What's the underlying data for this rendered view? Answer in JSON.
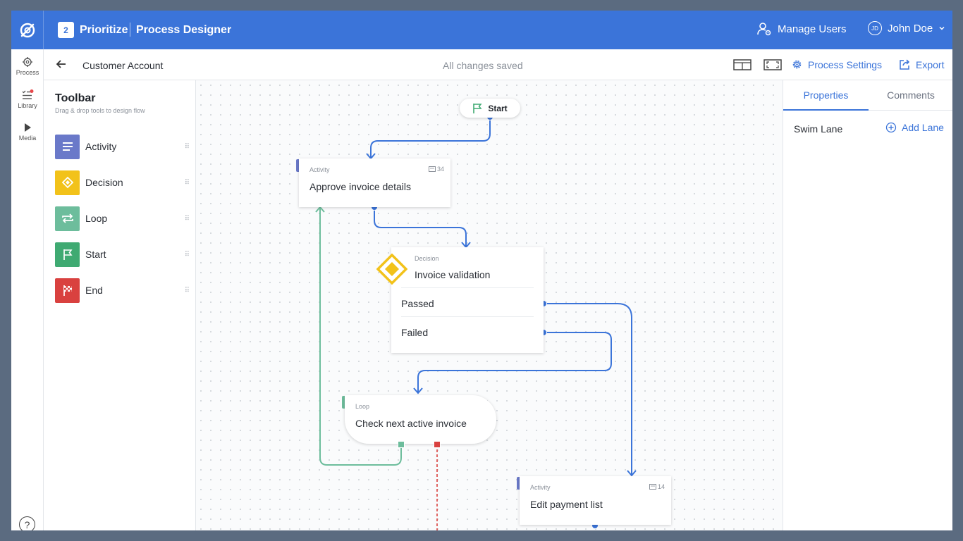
{
  "topbar": {
    "badge": "2",
    "app_name": "Prioritize",
    "title": "Process Designer",
    "manage_users": "Manage Users",
    "user_initials": "JD",
    "user_name": "John Doe"
  },
  "rail": {
    "items": [
      {
        "label": "Process",
        "icon": "process-icon"
      },
      {
        "label": "Library",
        "icon": "library-icon"
      },
      {
        "label": "Media",
        "icon": "media-icon"
      }
    ],
    "help": "?"
  },
  "subheader": {
    "account": "Customer Account",
    "saved_status": "All changes saved",
    "process_settings": "Process Settings",
    "export": "Export"
  },
  "toolbar": {
    "title": "Toolbar",
    "subtitle": "Drag & drop tools to design flow",
    "tools": [
      {
        "label": "Activity",
        "color": "#6a79c9",
        "icon": "list-icon"
      },
      {
        "label": "Decision",
        "color": "#f2c21a",
        "icon": "diamond-icon"
      },
      {
        "label": "Loop",
        "color": "#6dbd9c",
        "icon": "loop-icon"
      },
      {
        "label": "Start",
        "color": "#3faa72",
        "icon": "flag-icon"
      },
      {
        "label": "End",
        "color": "#d9413f",
        "icon": "checkered-flag-icon"
      }
    ]
  },
  "canvas": {
    "start": {
      "label": "Start"
    },
    "activity1": {
      "type": "Activity",
      "title": "Approve invoice details",
      "count": "34"
    },
    "decision": {
      "type": "Decision",
      "title": "Invoice validation",
      "options": [
        "Passed",
        "Failed"
      ]
    },
    "loop": {
      "type": "Loop",
      "title": "Check next active invoice"
    },
    "activity2": {
      "type": "Activity",
      "title": "Edit payment list",
      "count": "14"
    }
  },
  "right_panel": {
    "tabs": [
      "Properties",
      "Comments"
    ],
    "active_tab": "Properties",
    "swim_lane": "Swim Lane",
    "add_lane": "Add Lane"
  },
  "colors": {
    "accent": "#3b74d9",
    "activity": "#6a79c9",
    "decision": "#f2c21a",
    "loop": "#6dbd9c",
    "end": "#d9413f"
  }
}
